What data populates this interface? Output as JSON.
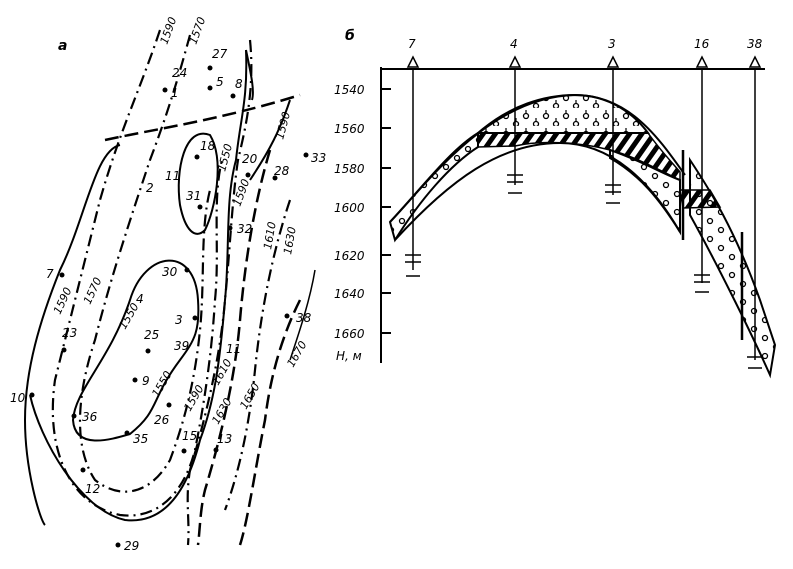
{
  "panel_a": {
    "label": "а",
    "wells": [
      "24",
      "1",
      "27",
      "5",
      "8",
      "18",
      "20",
      "33",
      "28",
      "11",
      "2",
      "31",
      "32",
      "7",
      "30",
      "4",
      "3",
      "25",
      "39",
      "9",
      "23",
      "10",
      "36",
      "35",
      "26",
      "15",
      "13",
      "12",
      "29",
      "38",
      "11"
    ],
    "contours": [
      "1590",
      "1570",
      "1590",
      "1550",
      "1590",
      "1610",
      "1630",
      "1590",
      "1570",
      "1550",
      "1550",
      "1590",
      "1610",
      "1630",
      "1650",
      "1670"
    ]
  },
  "panel_b": {
    "label": "б",
    "wells": [
      "7",
      "4",
      "3",
      "16",
      "38"
    ],
    "depth_ticks": [
      "1540",
      "1560",
      "1580",
      "1600",
      "1620",
      "1640",
      "1660"
    ],
    "axis_label": "H, м"
  }
}
